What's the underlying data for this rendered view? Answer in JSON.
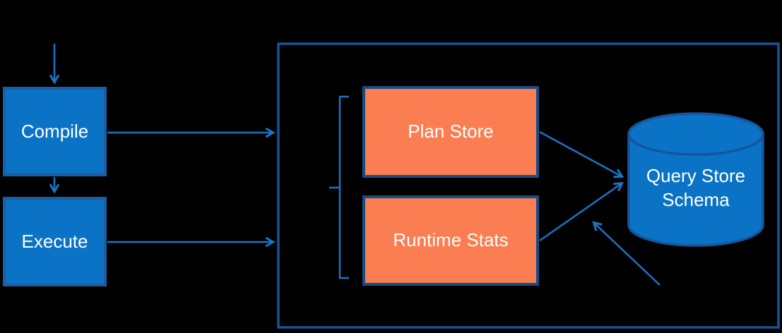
{
  "diagram": {
    "type": "architecture-flow",
    "nodes": {
      "compile": {
        "label": "Compile",
        "shape": "rectangle",
        "fill": "#0B73C6"
      },
      "execute": {
        "label": "Execute",
        "shape": "rectangle",
        "fill": "#0B73C6"
      },
      "plan_store": {
        "label": "Plan Store",
        "shape": "rectangle",
        "fill": "#FB7D52"
      },
      "runtime_stats": {
        "label": "Runtime Stats",
        "shape": "rectangle",
        "fill": "#FB7D52"
      },
      "query_store_schema": {
        "label": "Query Store Schema",
        "shape": "database-cylinder",
        "fill": "#0B73C6"
      }
    },
    "container": {
      "description": "large unlabeled rectangle enclosing Plan Store, Runtime Stats and Query Store Schema",
      "border_color": "#17549B"
    },
    "bracket": {
      "description": "square brace grouping Plan Store and Runtime Stats"
    },
    "edges": [
      {
        "from": "external-top",
        "to": "compile",
        "style": "arrow"
      },
      {
        "from": "compile",
        "to": "execute",
        "style": "arrow"
      },
      {
        "from": "compile",
        "to": "container",
        "style": "arrow"
      },
      {
        "from": "execute",
        "to": "container",
        "style": "arrow"
      },
      {
        "from": "plan_store",
        "to": "query_store_schema",
        "style": "arrow"
      },
      {
        "from": "runtime_stats",
        "to": "query_store_schema",
        "style": "arrow"
      },
      {
        "from": "external-bottom-right",
        "to": "query_store_schema",
        "style": "arrow"
      }
    ],
    "colors": {
      "background": "#000000",
      "process_box_fill": "#0B73C6",
      "process_box_border": "#1D5C9E",
      "store_box_fill": "#FB7D52",
      "store_box_border": "#174E87",
      "arrow": "#1B74C5",
      "container_border": "#17549B",
      "label_text": "#FFFFFF"
    }
  }
}
